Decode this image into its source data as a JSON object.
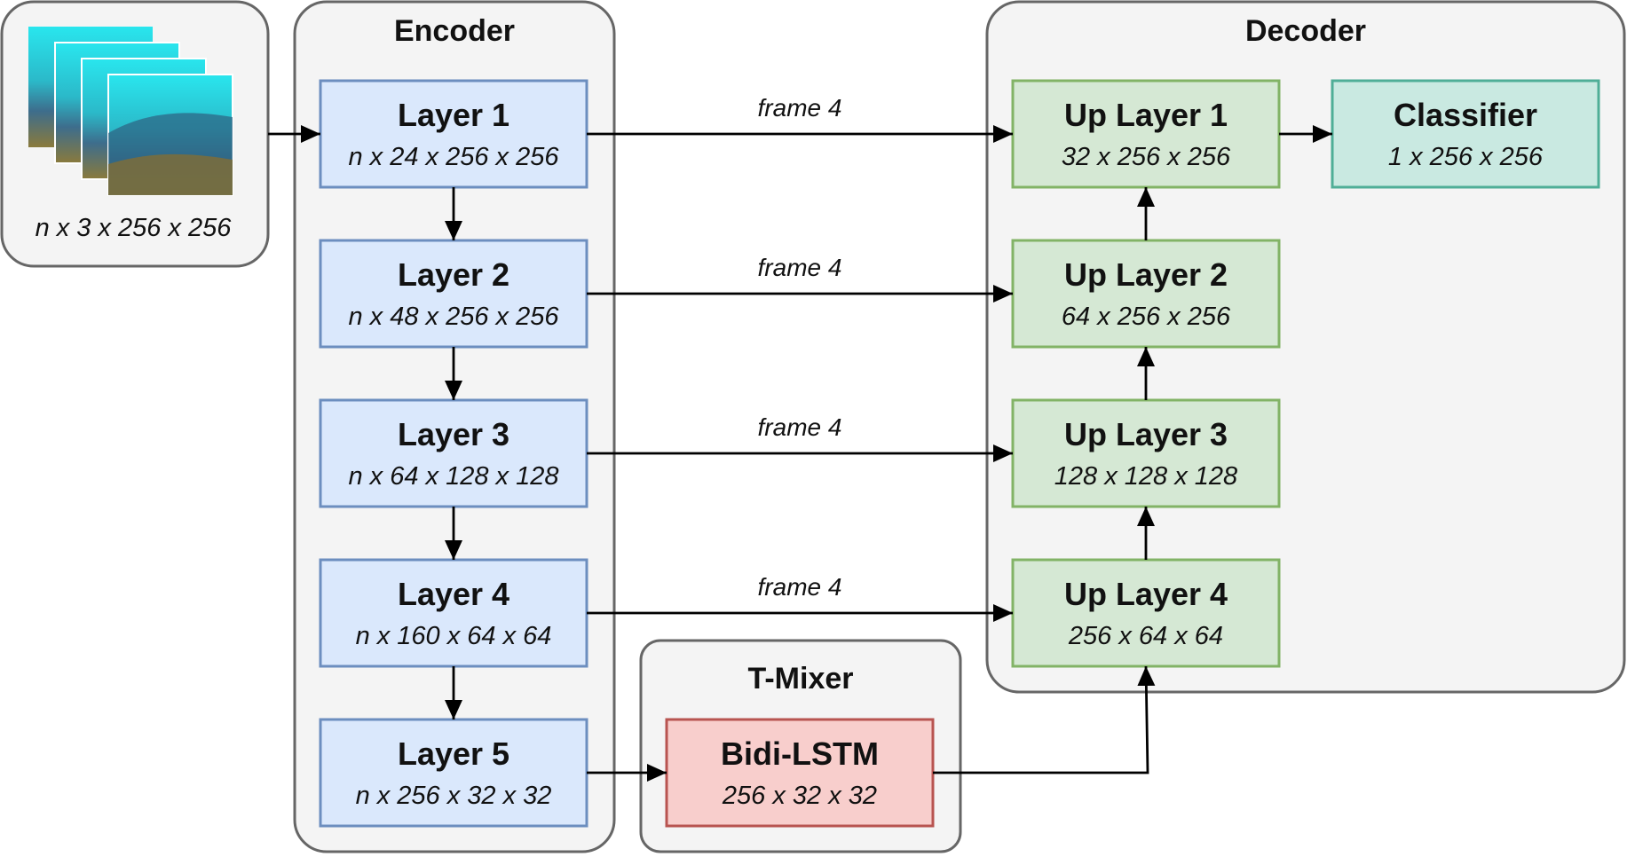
{
  "input": {
    "shape": "n x 3 x 256 x 256",
    "icon": "satellite-frames-icon"
  },
  "encoder": {
    "title": "Encoder",
    "layers": [
      {
        "name": "Layer 1",
        "shape": "n x 24 x 256 x 256"
      },
      {
        "name": "Layer 2",
        "shape": "n x 48 x 256 x 256"
      },
      {
        "name": "Layer 3",
        "shape": "n x 64 x 128 x 128"
      },
      {
        "name": "Layer 4",
        "shape": "n x 160 x 64 x 64"
      },
      {
        "name": "Layer 5",
        "shape": "n x 256 x 32 x 32"
      }
    ]
  },
  "tmixer": {
    "title": "T-Mixer",
    "name": "Bidi-LSTM",
    "shape": "256 x 32 x 32"
  },
  "decoder": {
    "title": "Decoder",
    "layers": [
      {
        "name": "Up Layer 1",
        "shape": "32 x 256 x 256"
      },
      {
        "name": "Up Layer 2",
        "shape": "64 x 256 x 256"
      },
      {
        "name": "Up Layer 3",
        "shape": "128 x 128 x 128"
      },
      {
        "name": "Up Layer 4",
        "shape": "256 x 64 x 64"
      }
    ]
  },
  "classifier": {
    "name": "Classifier",
    "shape": "1 x 256 x 256"
  },
  "skip_labels": [
    "frame 4",
    "frame 4",
    "frame 4",
    "frame 4"
  ],
  "colors": {
    "group_fill": "#f4f4f4",
    "group_stroke": "#666666",
    "encoder_fill": "#dae8fc",
    "encoder_stroke": "#6c8ebf",
    "decoder_fill": "#d5e8d4",
    "decoder_stroke": "#82b366",
    "lstm_fill": "#f8cecc",
    "lstm_stroke": "#b85450",
    "classifier_fill": "#c9e9e1",
    "classifier_stroke": "#4fae97"
  }
}
